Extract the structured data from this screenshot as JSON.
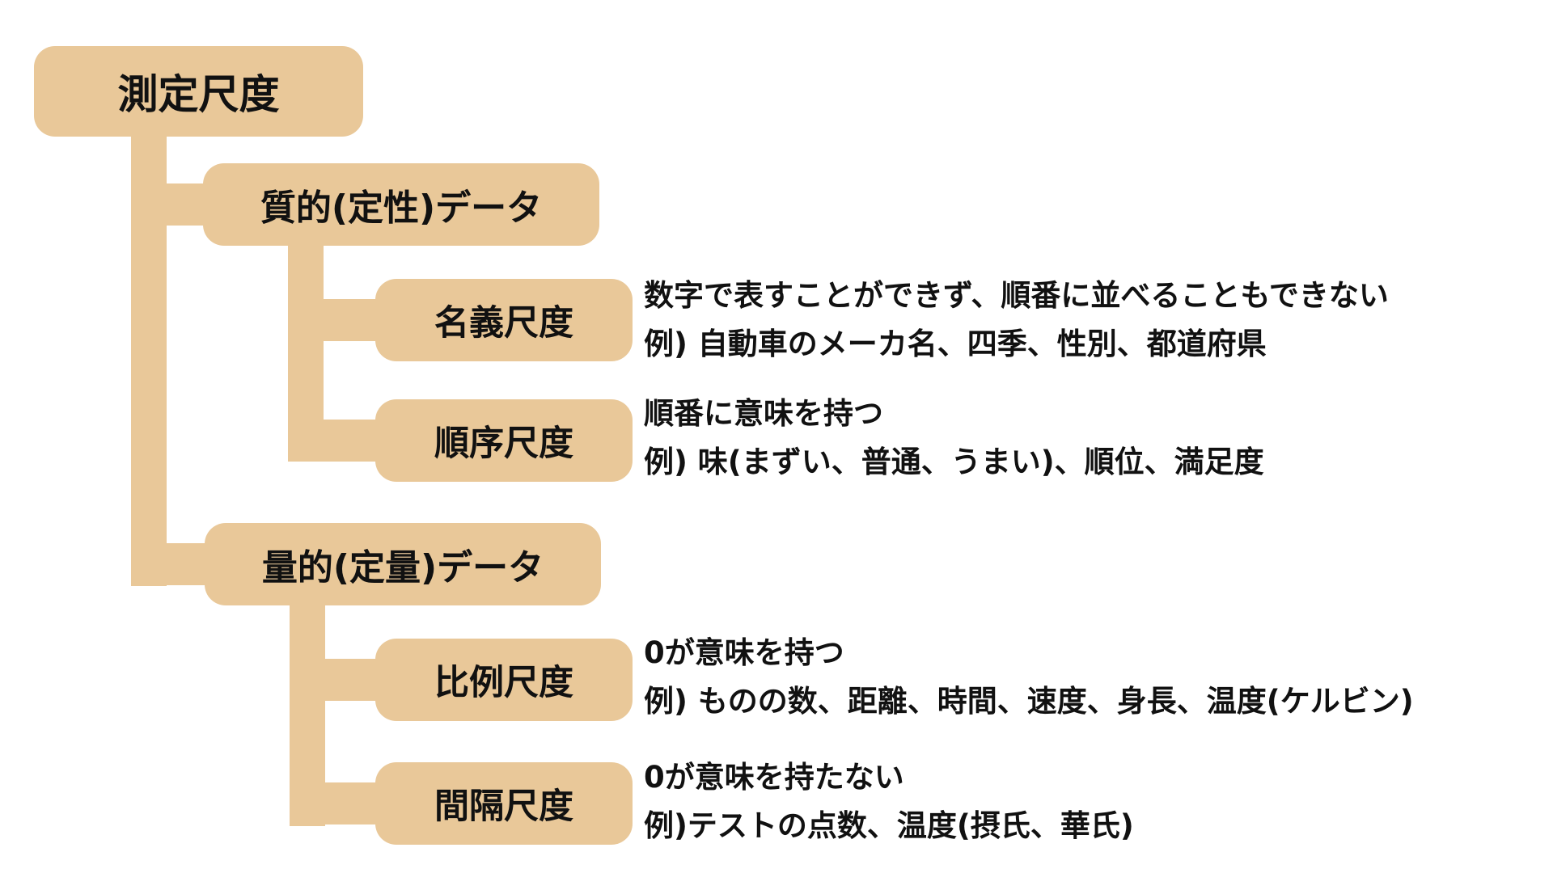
{
  "diagram": {
    "root": {
      "label": "測定尺度"
    },
    "categories": [
      {
        "label": "質的(定性)データ",
        "scales": [
          {
            "label": "名義尺度",
            "description": "数字で表すことができず、順番に並べることもできない",
            "example": "例) 自動車のメーカ名、四季、性別、都道府県"
          },
          {
            "label": "順序尺度",
            "description": "順番に意味を持つ",
            "example": "例) 味(まずい、普通、うまい)、順位、満足度"
          }
        ]
      },
      {
        "label": "量的(定量)データ",
        "scales": [
          {
            "label": "比例尺度",
            "description": "0が意味を持つ",
            "example": "例) ものの数、距離、時間、速度、身長、温度(ケルビン)"
          },
          {
            "label": "間隔尺度",
            "description": "0が意味を持たない",
            "example": "例)テストの点数、温度(摂氏、華氏)"
          }
        ]
      }
    ],
    "colors": {
      "node_fill": "#E9C899",
      "text": "#111111",
      "background": "#FFFFFF"
    }
  }
}
